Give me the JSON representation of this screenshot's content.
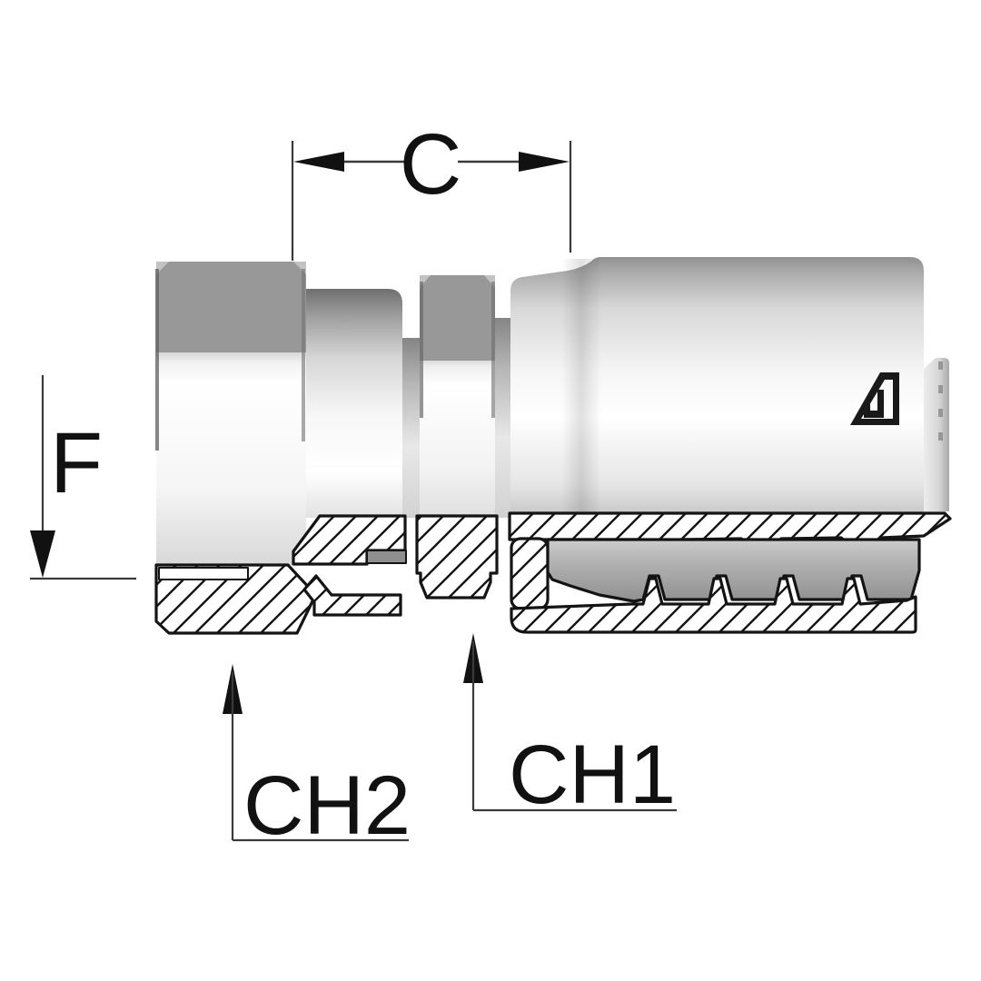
{
  "drawing": {
    "kind": "hydraulic-hose-crimp-fitting-section",
    "labels": {
      "c": "C",
      "f": "F",
      "ch1": "CH1",
      "ch2": "CH2"
    },
    "logo_icon": "alfagomma-logo-icon",
    "colors": {
      "background": "#ffffff",
      "outline": "#141414",
      "hatch": "#141414",
      "dimension_line": "#3a3a3a",
      "metal_dark_facet": "#989898",
      "metal_highlight": "#ffffff",
      "groove_gray": "#8f8f8f"
    }
  }
}
